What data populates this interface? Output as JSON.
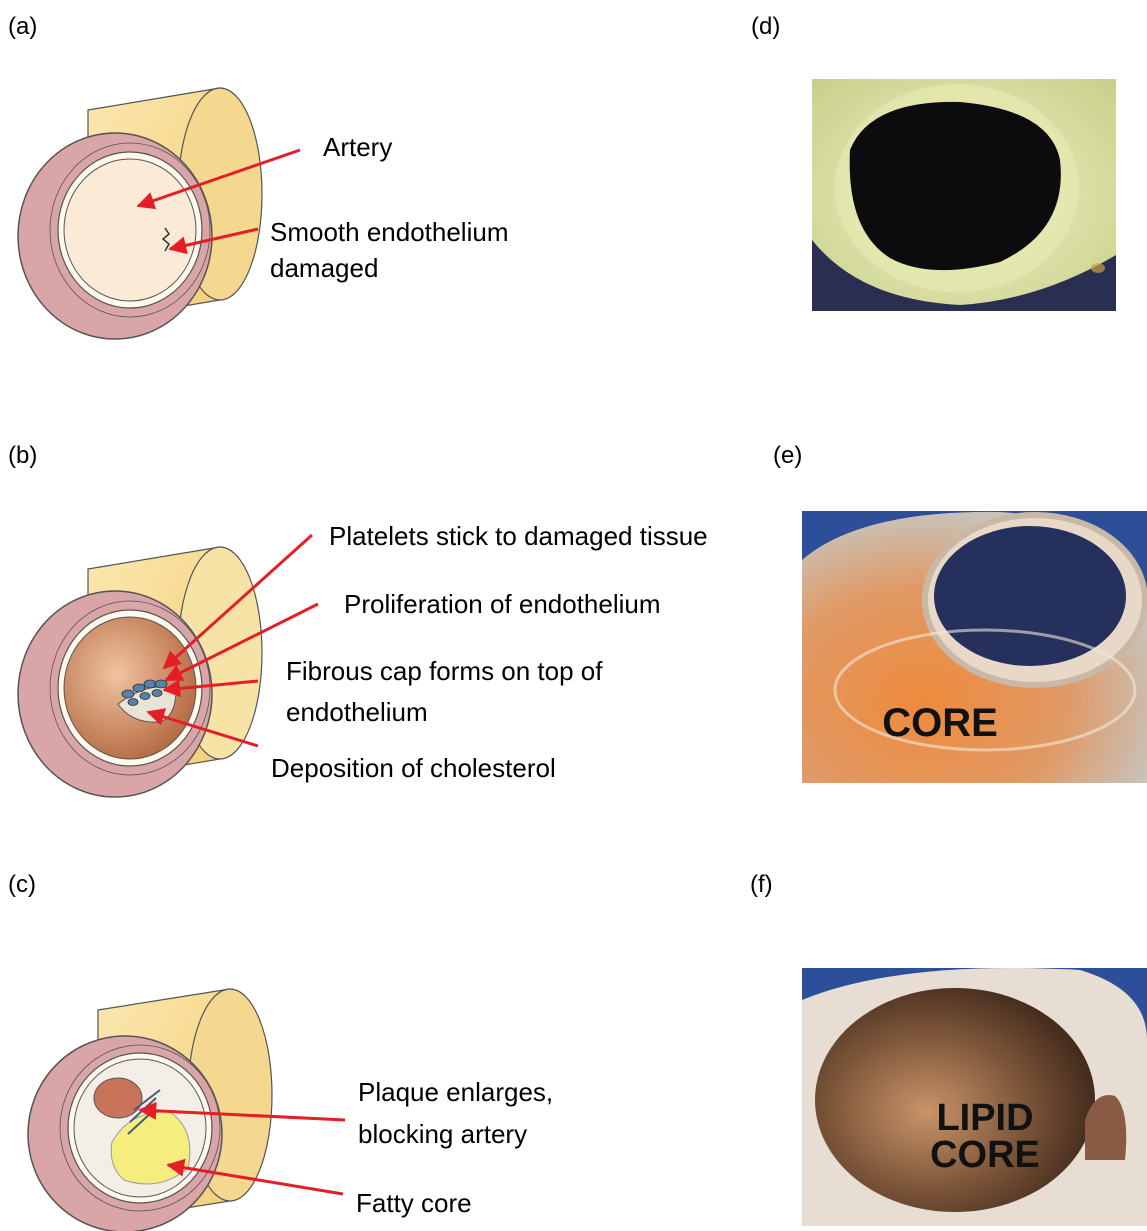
{
  "panels": {
    "a": {
      "label": "(a)",
      "callouts": {
        "artery": "Artery",
        "endothelium_line1": "Smooth endothelium",
        "endothelium_line2": "damaged"
      }
    },
    "b": {
      "label": "(b)",
      "callouts": {
        "platelets": "Platelets stick to damaged tissue",
        "proliferation": "Proliferation of endothelium",
        "fibrous_line1": "Fibrous cap forms on top of",
        "fibrous_line2": "endothelium",
        "cholesterol": "Deposition of cholesterol"
      }
    },
    "c": {
      "label": "(c)",
      "callouts": {
        "plaque_line1": "Plaque enlarges,",
        "plaque_line2": "blocking artery",
        "fatty": "Fatty core"
      }
    },
    "d": {
      "label": "(d)"
    },
    "e": {
      "label": "(e)",
      "photo_text": "CORE"
    },
    "f": {
      "label": "(f)",
      "photo_text_line1": "LIPID",
      "photo_text_line2": "CORE"
    }
  },
  "colors": {
    "arrow": "#e41e26",
    "vessel_outer": "#f7d98f",
    "vessel_wall": "#d9a5a7",
    "lumen_clear": "#fbead5"
  }
}
